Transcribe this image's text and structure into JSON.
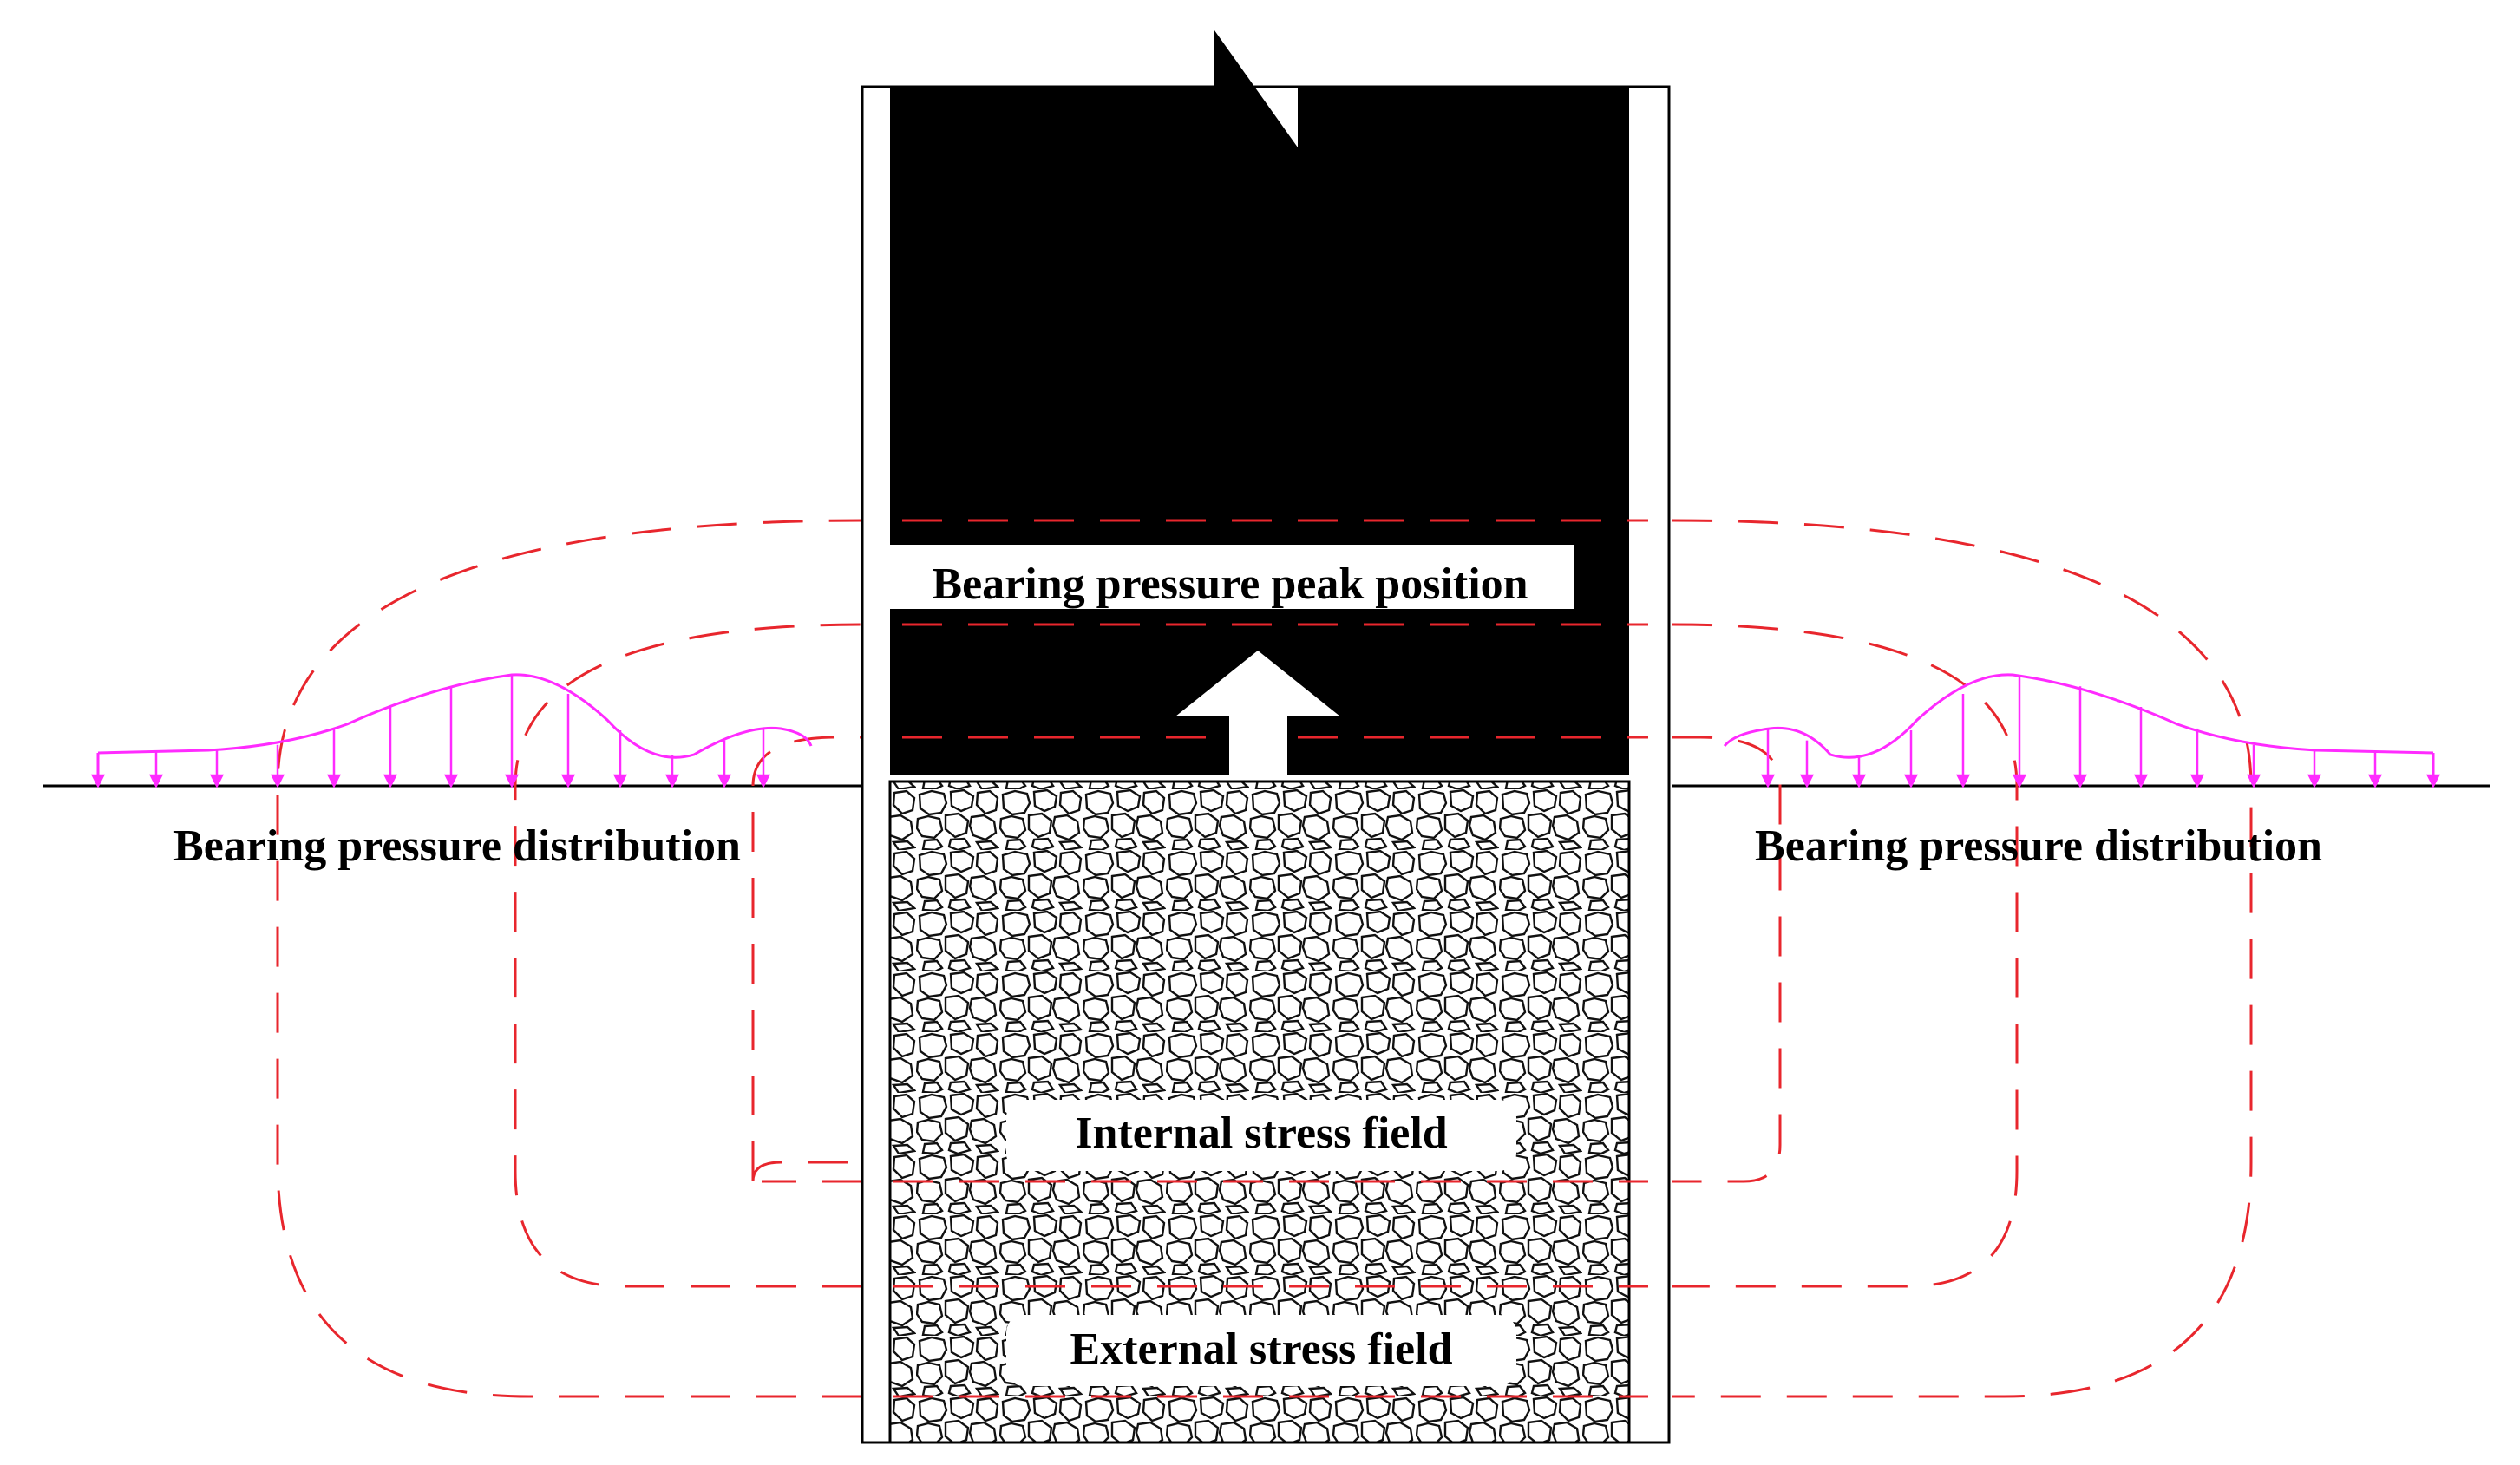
{
  "labels": {
    "peak_position": "Bearing pressure peak position",
    "distribution_left": "Bearing pressure distribution",
    "distribution_right": "Bearing pressure distribution",
    "internal_field": "Internal stress field",
    "external_field": "External stress field"
  },
  "colors": {
    "boundary_dash": "#e8262d",
    "pressure_curve": "#ff2bff",
    "roof": "#000000",
    "outline": "#000000",
    "gob_fill": "#ffffff"
  }
}
